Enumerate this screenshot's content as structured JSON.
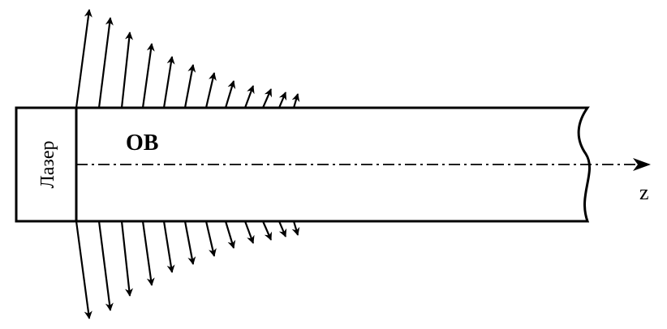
{
  "labels": {
    "laser": "Лазер",
    "fiber": "ОВ",
    "axis": "z"
  },
  "colors": {
    "stroke": "#000000",
    "background": "#ffffff"
  }
}
